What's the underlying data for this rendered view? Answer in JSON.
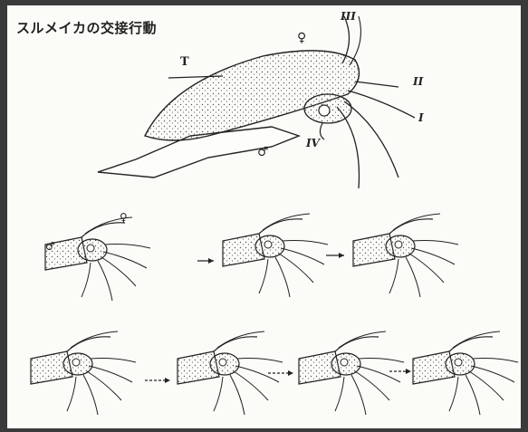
{
  "title": "スルメイカの交接行動",
  "top_labels": {
    "female": "♀",
    "male": "♂",
    "t": "T",
    "arm_i": "I",
    "arm_ii": "II",
    "arm_iii": "III",
    "arm_iv": "IV"
  },
  "sequence_labels": {
    "female": "♀",
    "male": "♂"
  },
  "colors": {
    "background": "#3a3a3a",
    "paper": "#fbfbf8",
    "ink": "#222222"
  }
}
